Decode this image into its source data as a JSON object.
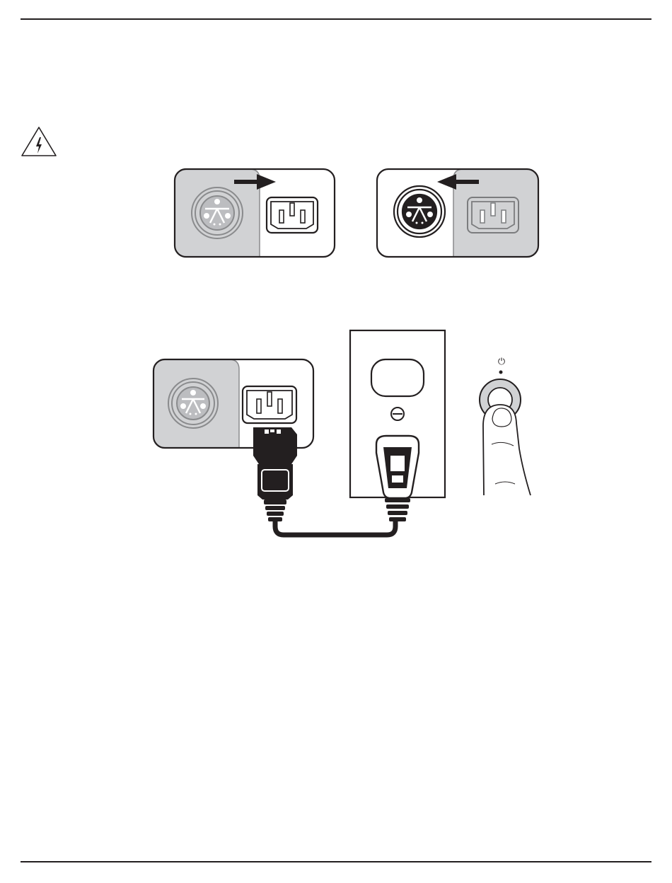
{
  "page": {
    "ink_color": "#231f20",
    "panel_shade_color": "#d1d2d4",
    "background_color": "#ffffff"
  },
  "icons": {
    "warning": "electric-shock-warning-icon",
    "power": "power-button-icon",
    "power_symbol_glyph": "⏻"
  },
  "figures": [
    {
      "name": "power-supply-switch-left",
      "description_icon": "arrow-right-icon"
    },
    {
      "name": "power-supply-switch-right",
      "description_icon": "arrow-left-icon"
    },
    {
      "name": "power-cord-connection",
      "description_icon": "wall-outlet-icon"
    }
  ]
}
